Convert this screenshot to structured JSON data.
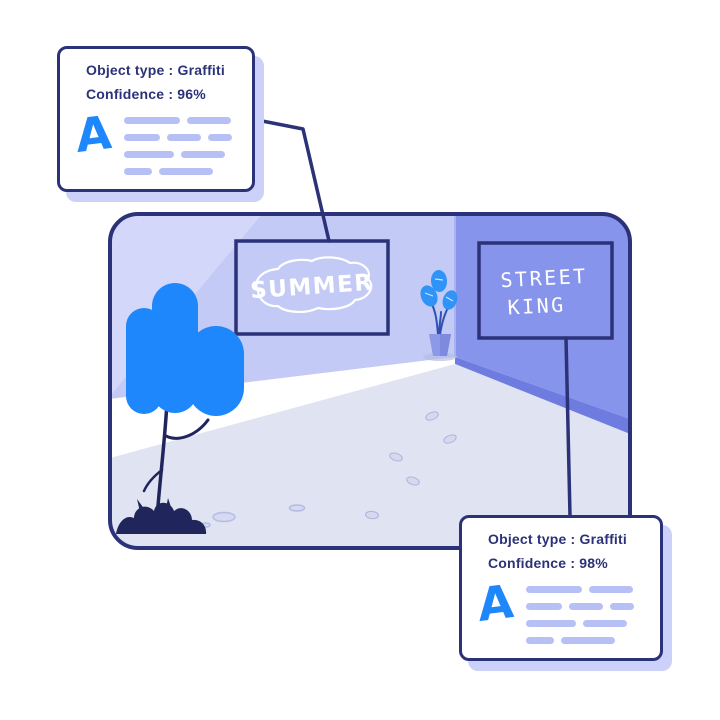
{
  "colors": {
    "navy_outline": "#2b3278",
    "bright_blue": "#1e87fb",
    "wall_left": "#c3caf6",
    "wall_left_light": "#d3d8fa",
    "wall_right": "#8794ec",
    "wall_right_base": "#6e7ce0",
    "floor": "#e0e3f1",
    "skirting_white": "#ffffff",
    "card_shadow": "#cbd1f8",
    "placeholder_bar": "#b7c0f5",
    "dark_foliage": "#20265c",
    "graffiti_white": "#ffffff"
  },
  "scene": {
    "summer_graffiti": {
      "text": "SUMMER"
    },
    "street_king_graffiti": {
      "line1": "STREET",
      "line2": "KING"
    }
  },
  "cards": {
    "top": {
      "object_type_label": "Object type : Graffiti",
      "confidence_label": "Confidence : 96%",
      "graffiti_letter": "A"
    },
    "bottom": {
      "object_type_label": "Object type : Graffiti",
      "confidence_label": "Confidence : 98%",
      "graffiti_letter": "A"
    }
  }
}
